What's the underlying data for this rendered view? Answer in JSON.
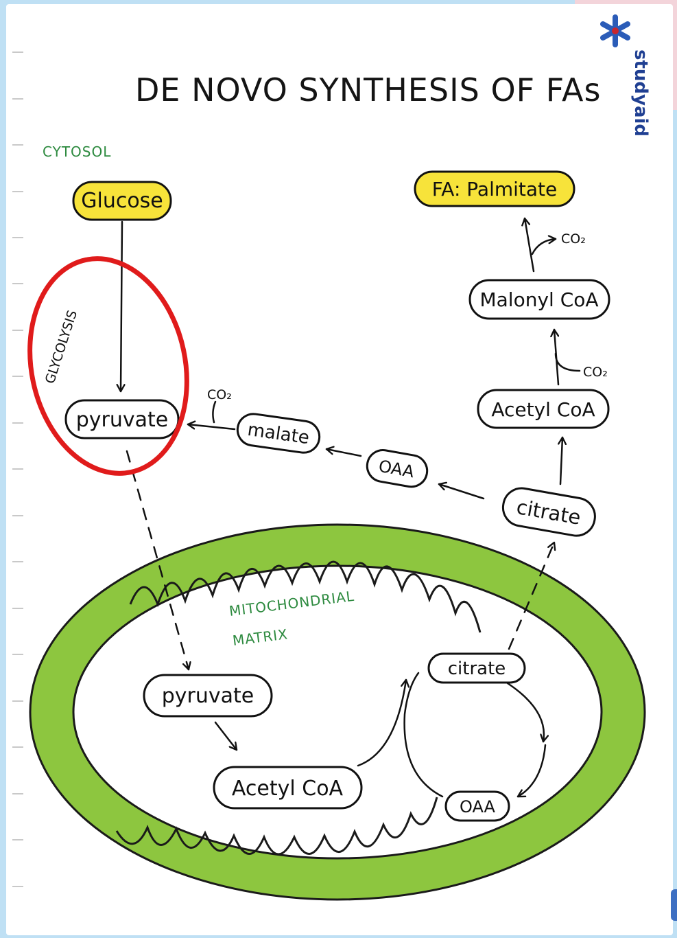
{
  "title": "DE NOVO SYNTHESIS OF FAs",
  "logo": {
    "text": "studyaid",
    "icon": "asterisk-icon",
    "colors": [
      "#1f3f92",
      "#c8262e"
    ]
  },
  "regions": {
    "cytosol": "CYTOSOL",
    "matrix_line1": "MITOCHONDRIAL",
    "matrix_line2": "MATRIX"
  },
  "process_label": "GLYCOLYSIS",
  "co2": "CO₂",
  "nodes": {
    "glucose": "Glucose",
    "palmitate": "FA: Palmitate",
    "malonyl": "Malonyl CoA",
    "acetyl_cyt": "Acetyl CoA",
    "citrate_cyt": "citrate",
    "oaa_cyt": "OAA",
    "malate": "malate",
    "pyruvate_cyt": "pyruvate",
    "pyruvate_mito": "pyruvate",
    "acetyl_mito": "Acetyl CoA",
    "citrate_mito": "citrate",
    "oaa_mito": "OAA"
  },
  "colors": {
    "highlight_fill": "#f7e33a",
    "membrane": "#8dc63f",
    "annotation_circle": "#e01b1b",
    "region_text": "#2d8a3f"
  }
}
